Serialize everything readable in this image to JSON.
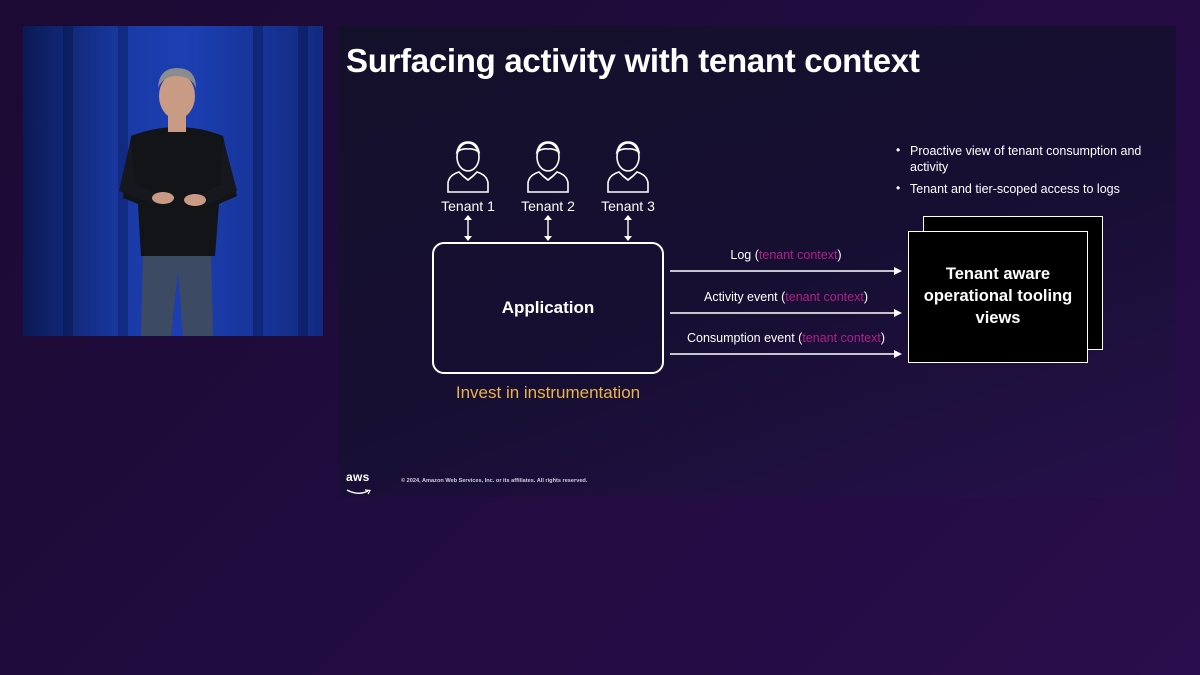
{
  "slide": {
    "title": "Surfacing activity with tenant context",
    "tenants": [
      {
        "label": "Tenant 1"
      },
      {
        "label": "Tenant 2"
      },
      {
        "label": "Tenant 3"
      }
    ],
    "application": {
      "label": "Application",
      "caption": "Invest in instrumentation"
    },
    "flows": [
      {
        "label": "Log (",
        "context": "tenant context",
        "suffix": ")"
      },
      {
        "label": "Activity event (",
        "context": "tenant context",
        "suffix": ")"
      },
      {
        "label": "Consumption event (",
        "context": "tenant context",
        "suffix": ")"
      }
    ],
    "tooling": {
      "label": "Tenant aware operational tooling views"
    },
    "bullets": [
      "Proactive view of tenant consumption and activity",
      "Tenant and tier-scoped access to logs"
    ],
    "footer": {
      "logo_text": "aws",
      "copyright": "© 2024, Amazon Web Services, Inc. or its affiliates. All rights reserved."
    }
  },
  "colors": {
    "background": "#200c3e",
    "slide_background": "#170f33",
    "accent_gold": "#e9b44c",
    "context_magenta": "#b0208a"
  }
}
